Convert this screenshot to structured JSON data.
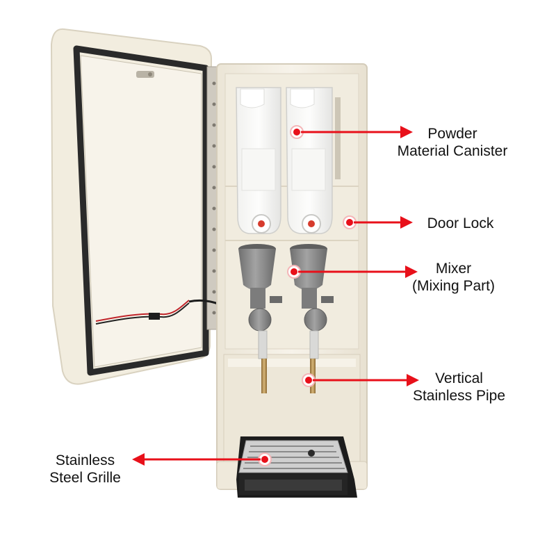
{
  "colors": {
    "callout_red": "#e8101a",
    "label_text": "#111111",
    "machine_body": "#f3eee2",
    "door_gasket": "#2a2a2a",
    "mixer_gray": "#8c8c8c",
    "brass_pipe": "#b8945a",
    "steel_grille": "#c9c9c9"
  },
  "callouts": {
    "powder": {
      "line1": "Powder",
      "line2": "Material Canister"
    },
    "door_lock": {
      "line1": "Door Lock"
    },
    "mixer": {
      "line1": "Mixer",
      "line2": "(Mixing Part)"
    },
    "pipe": {
      "line1": "Vertical",
      "line2": "Stainless Pipe"
    },
    "grille": {
      "line1": "Stainless",
      "line2": "Steel Grille"
    }
  },
  "icons": [
    "machine-photo",
    "callout-dot-icon",
    "arrow-head-icon"
  ]
}
